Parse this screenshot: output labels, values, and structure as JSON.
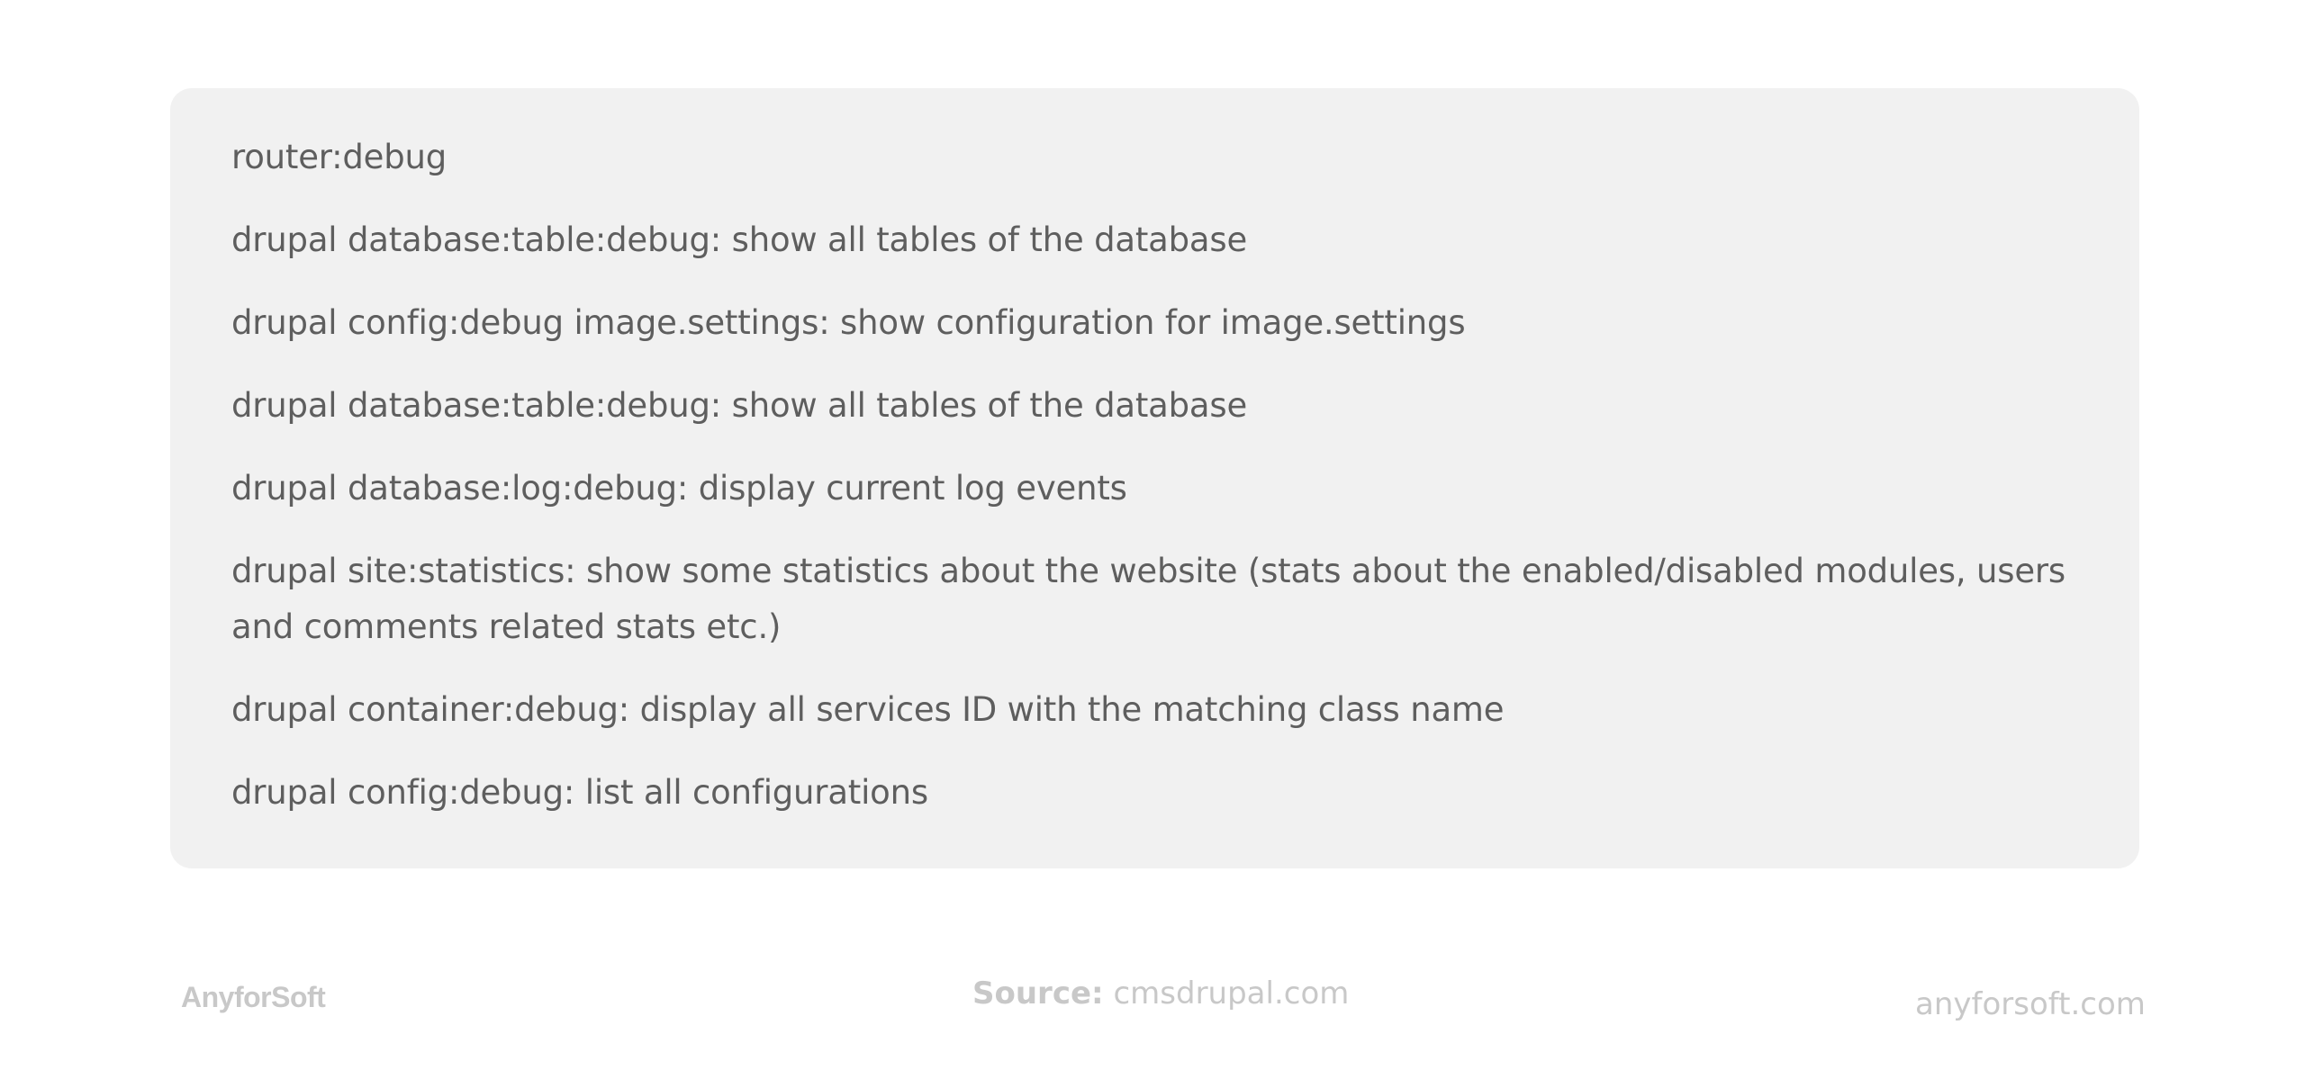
{
  "card": {
    "items": [
      "router:debug",
      "drupal database:table:debug: show all tables of the database",
      "drupal config:debug image.settings: show configuration for image.settings",
      "drupal database:table:debug: show all tables of the database",
      "drupal database:log:debug: display current log events",
      "drupal site:statistics: show some statistics about the website (stats about the enabled/disabled modules, users and comments related stats etc.)",
      "drupal container:debug: display all services ID with the matching class name",
      "drupal config:debug: list all configurations"
    ]
  },
  "footer": {
    "brand": "AnyforSoft",
    "source_label": "Source:",
    "source_value": "cmsdrupal.com",
    "site": "anyforsoft.com"
  },
  "colors": {
    "background": "#ffffff",
    "card_background": "#f1f1f1",
    "text": "#5e5e5e",
    "footer_text": "#c8c8c8"
  }
}
